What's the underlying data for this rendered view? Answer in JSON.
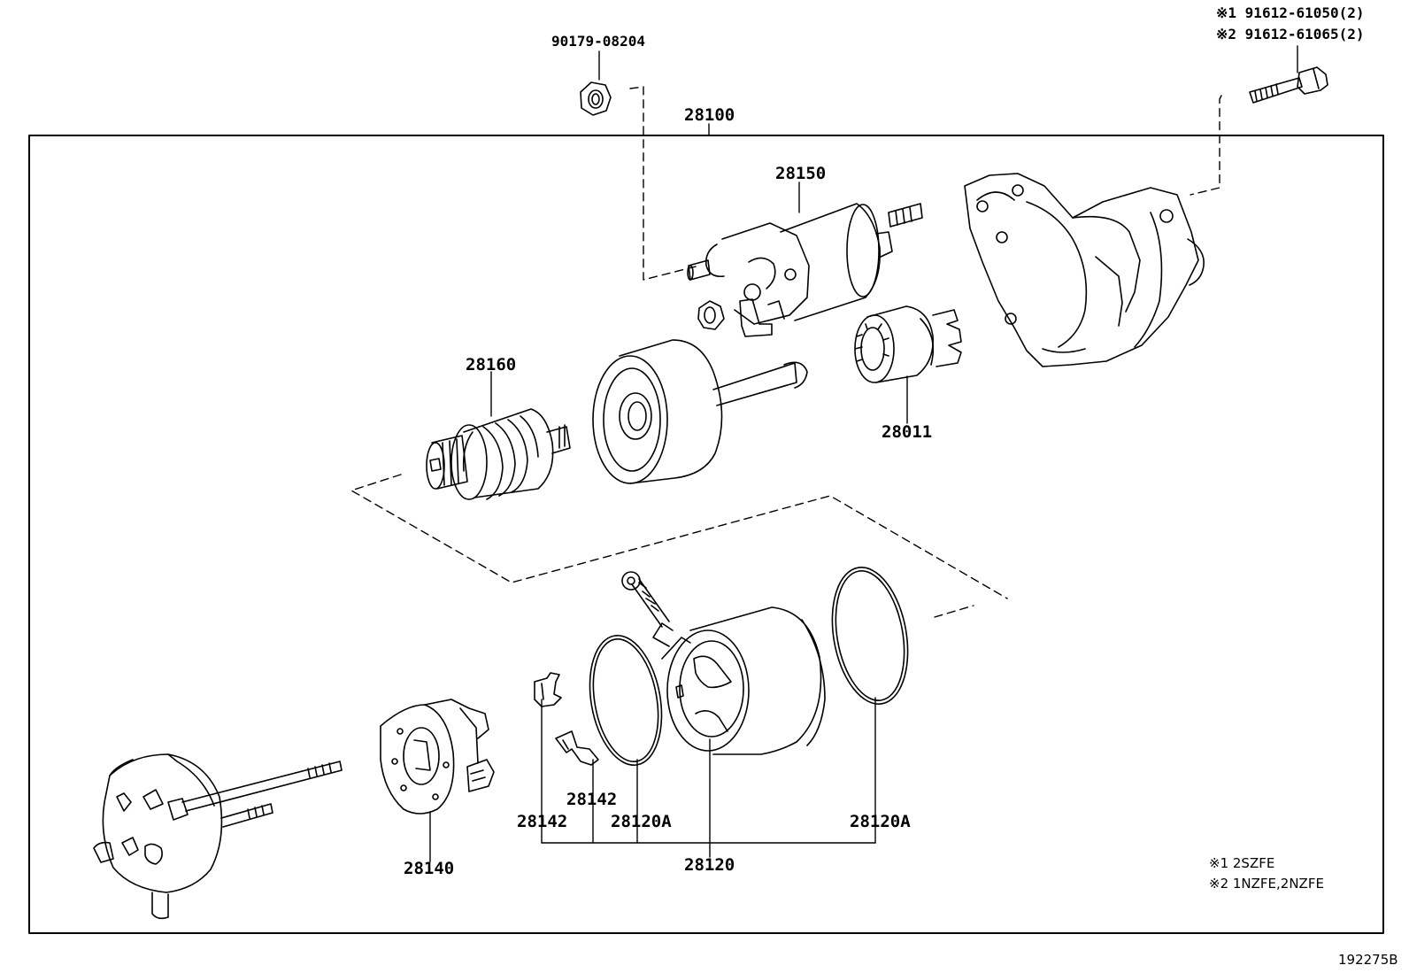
{
  "callouts": {
    "nut": "90179-08204",
    "assembly": "28100",
    "bolt_1": "※1 91612-61050(2)",
    "bolt_2": "※2 91612-61065(2)",
    "solenoid": "28150",
    "armature": "28160",
    "clutch": "28011",
    "spring_a": "28142",
    "spring_b": "28142",
    "ring_a": "28120A",
    "ring_b": "28120A",
    "yoke": "28120",
    "brush_holder": "28140"
  },
  "notes": {
    "n1": "※1 2SZFE",
    "n2": "※2 1NZFE,2NZFE"
  },
  "figure_ref": "192275B"
}
